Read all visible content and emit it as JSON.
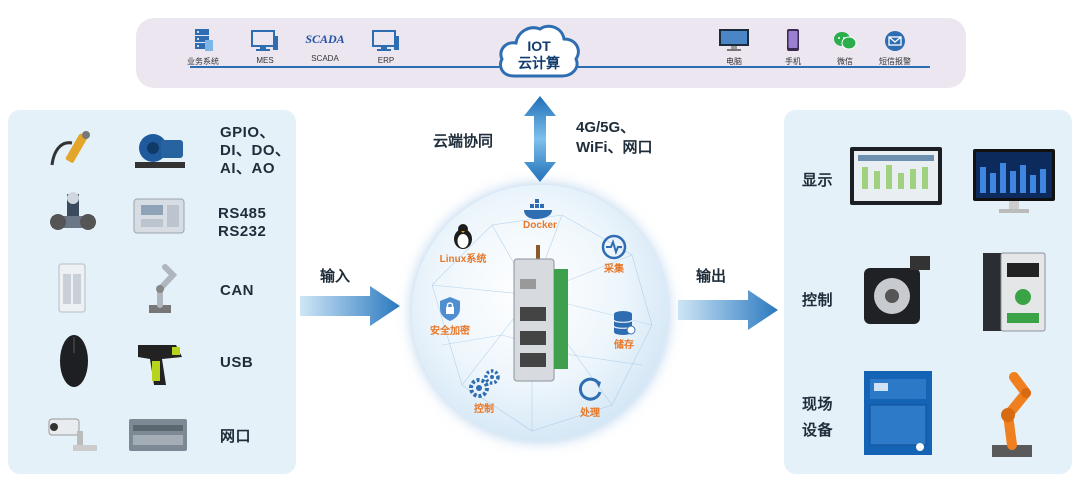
{
  "top": {
    "items": [
      {
        "label": "业务系统",
        "icon": "server-icon"
      },
      {
        "label": "MES",
        "icon": "monitor-icon"
      },
      {
        "label": "SCADA",
        "logo_text": "SCADA",
        "icon": "scada-logo"
      },
      {
        "label": "ERP",
        "icon": "monitor-icon"
      },
      {
        "label": "电脑",
        "icon": "desktop-icon"
      },
      {
        "label": "手机",
        "icon": "phone-icon"
      },
      {
        "label": "微信",
        "icon": "wechat-icon"
      },
      {
        "label": "短信报警",
        "icon": "mail-icon"
      }
    ],
    "cloud_line1": "IOT",
    "cloud_line2": "云计算"
  },
  "middle": {
    "cloud_sync": "云端协同",
    "network_line1": "4G/5G、",
    "network_line2": "WiFi、网口",
    "input": "输入",
    "output": "输出"
  },
  "left": {
    "labels": [
      {
        "lines": [
          "GPIO、",
          "DI、DO、",
          "AI、AO"
        ]
      },
      {
        "lines": [
          "RS485",
          "RS232"
        ]
      },
      {
        "lines": [
          "CAN"
        ]
      },
      {
        "lines": [
          "USB"
        ]
      },
      {
        "lines": [
          "网口"
        ]
      }
    ]
  },
  "sphere": {
    "features": [
      "Docker",
      "Linux系统",
      "采集",
      "安全加密",
      "储存",
      "控制",
      "处理"
    ]
  },
  "right": {
    "labels": [
      {
        "lines": [
          "显示"
        ]
      },
      {
        "lines": [
          "控制"
        ]
      },
      {
        "lines": [
          "现场",
          "设备"
        ]
      }
    ]
  },
  "colors": {
    "accent_blue": "#2f6db3",
    "feature_orange": "#e7782a",
    "panel_bg": "#e5f1f9",
    "top_bg": "#ece6f1"
  }
}
